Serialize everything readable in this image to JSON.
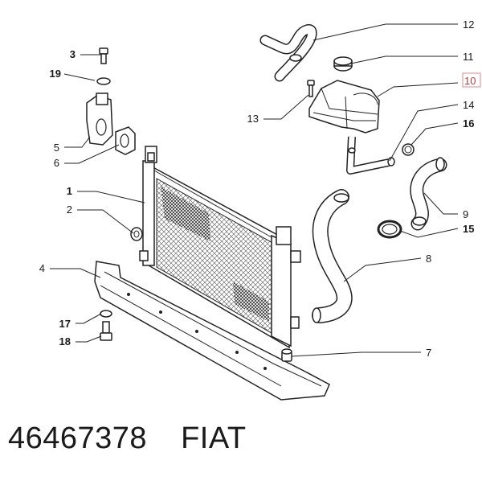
{
  "callouts": {
    "c1": "1",
    "c2": "2",
    "c3": "3",
    "c4": "4",
    "c5": "5",
    "c6": "6",
    "c7": "7",
    "c8": "8",
    "c9": "9",
    "c10": "10",
    "c11": "11",
    "c12": "12",
    "c13": "13",
    "c14": "14",
    "c15": "15",
    "c16": "16",
    "c17": "17",
    "c18": "18",
    "c19": "19"
  },
  "caption": {
    "part_number": "46467378",
    "brand": "FIAT"
  },
  "colors": {
    "line": "#222222",
    "highlight_box": "#e08a8a",
    "text": "#1a1a1a"
  }
}
